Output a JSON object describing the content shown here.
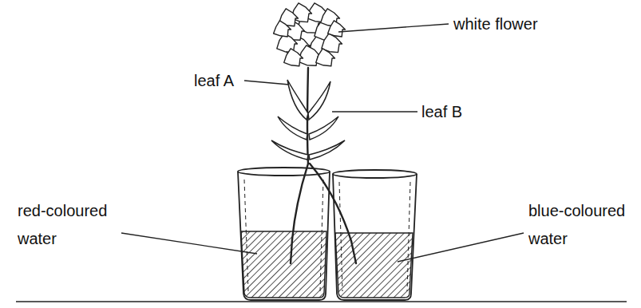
{
  "diagram": {
    "labels": [
      "white flower",
      "leaf A",
      "leaf B",
      "red-coloured water",
      "blue-coloured water"
    ]
  }
}
